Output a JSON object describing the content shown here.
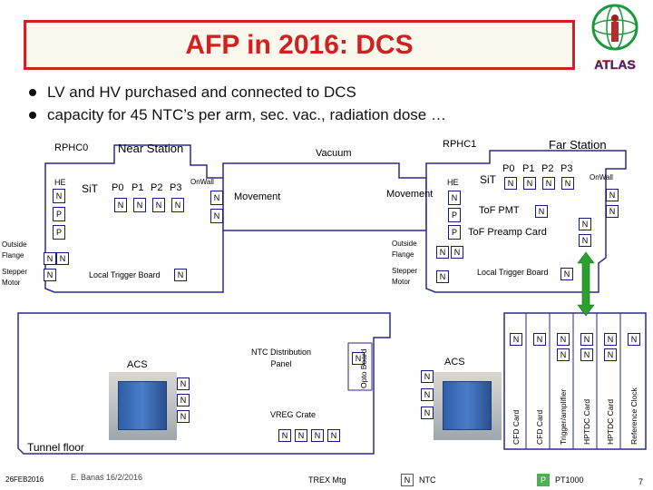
{
  "title": "AFP in 2016: DCS",
  "bullets": [
    "LV and HV purchased and connected to DCS",
    "capacity for 45 NTC’s per arm, sec. vac., radiation dose …"
  ],
  "labels": {
    "rphc0": "RPHC0",
    "near_station": "Near Station",
    "vacuum": "Vacuum",
    "rphc1": "RPHC1",
    "far_station": "Far Station",
    "he": "HE",
    "sit": "SiT",
    "p_headers": [
      "P0",
      "P1",
      "P2",
      "P3"
    ],
    "onwall": "OnWall",
    "movement": "Movement",
    "tof_pmt": "ToF PMT",
    "tof_preamp": "ToF Preamp Card",
    "outside_flange": [
      "Outside",
      "Flange"
    ],
    "stepper_motor": [
      "Stepper",
      "Motor"
    ],
    "local_trigger_board": "Local Trigger Board",
    "ntc_panel": [
      "NTC Distribution",
      "Panel"
    ],
    "opto_board": [
      "Opto",
      "Board"
    ],
    "acs": "ACS",
    "vreg_crate": "VREG Crate",
    "tunnel_floor": "Tunnel floor",
    "rack_cards": [
      "CFD Card",
      "CFD Card",
      "Trigger/amplifier",
      "HPTDC Card",
      "HPTDC Card",
      "Reference Clock"
    ],
    "n": "N",
    "p": "P"
  },
  "legend": {
    "n_key": "N",
    "n_label": "NTC",
    "p_key": "P",
    "p_label": "PT1000"
  },
  "footer": {
    "date": "26FEB2016",
    "author": "E. Banaś 16/2/2016",
    "trex": "TREX Mtg",
    "page": "7"
  },
  "colors": {
    "title_red": "#d02020",
    "frame_blue": "#2a2a8a",
    "arrow_green": "#2ca02c",
    "legend_green": "#4caf50"
  }
}
